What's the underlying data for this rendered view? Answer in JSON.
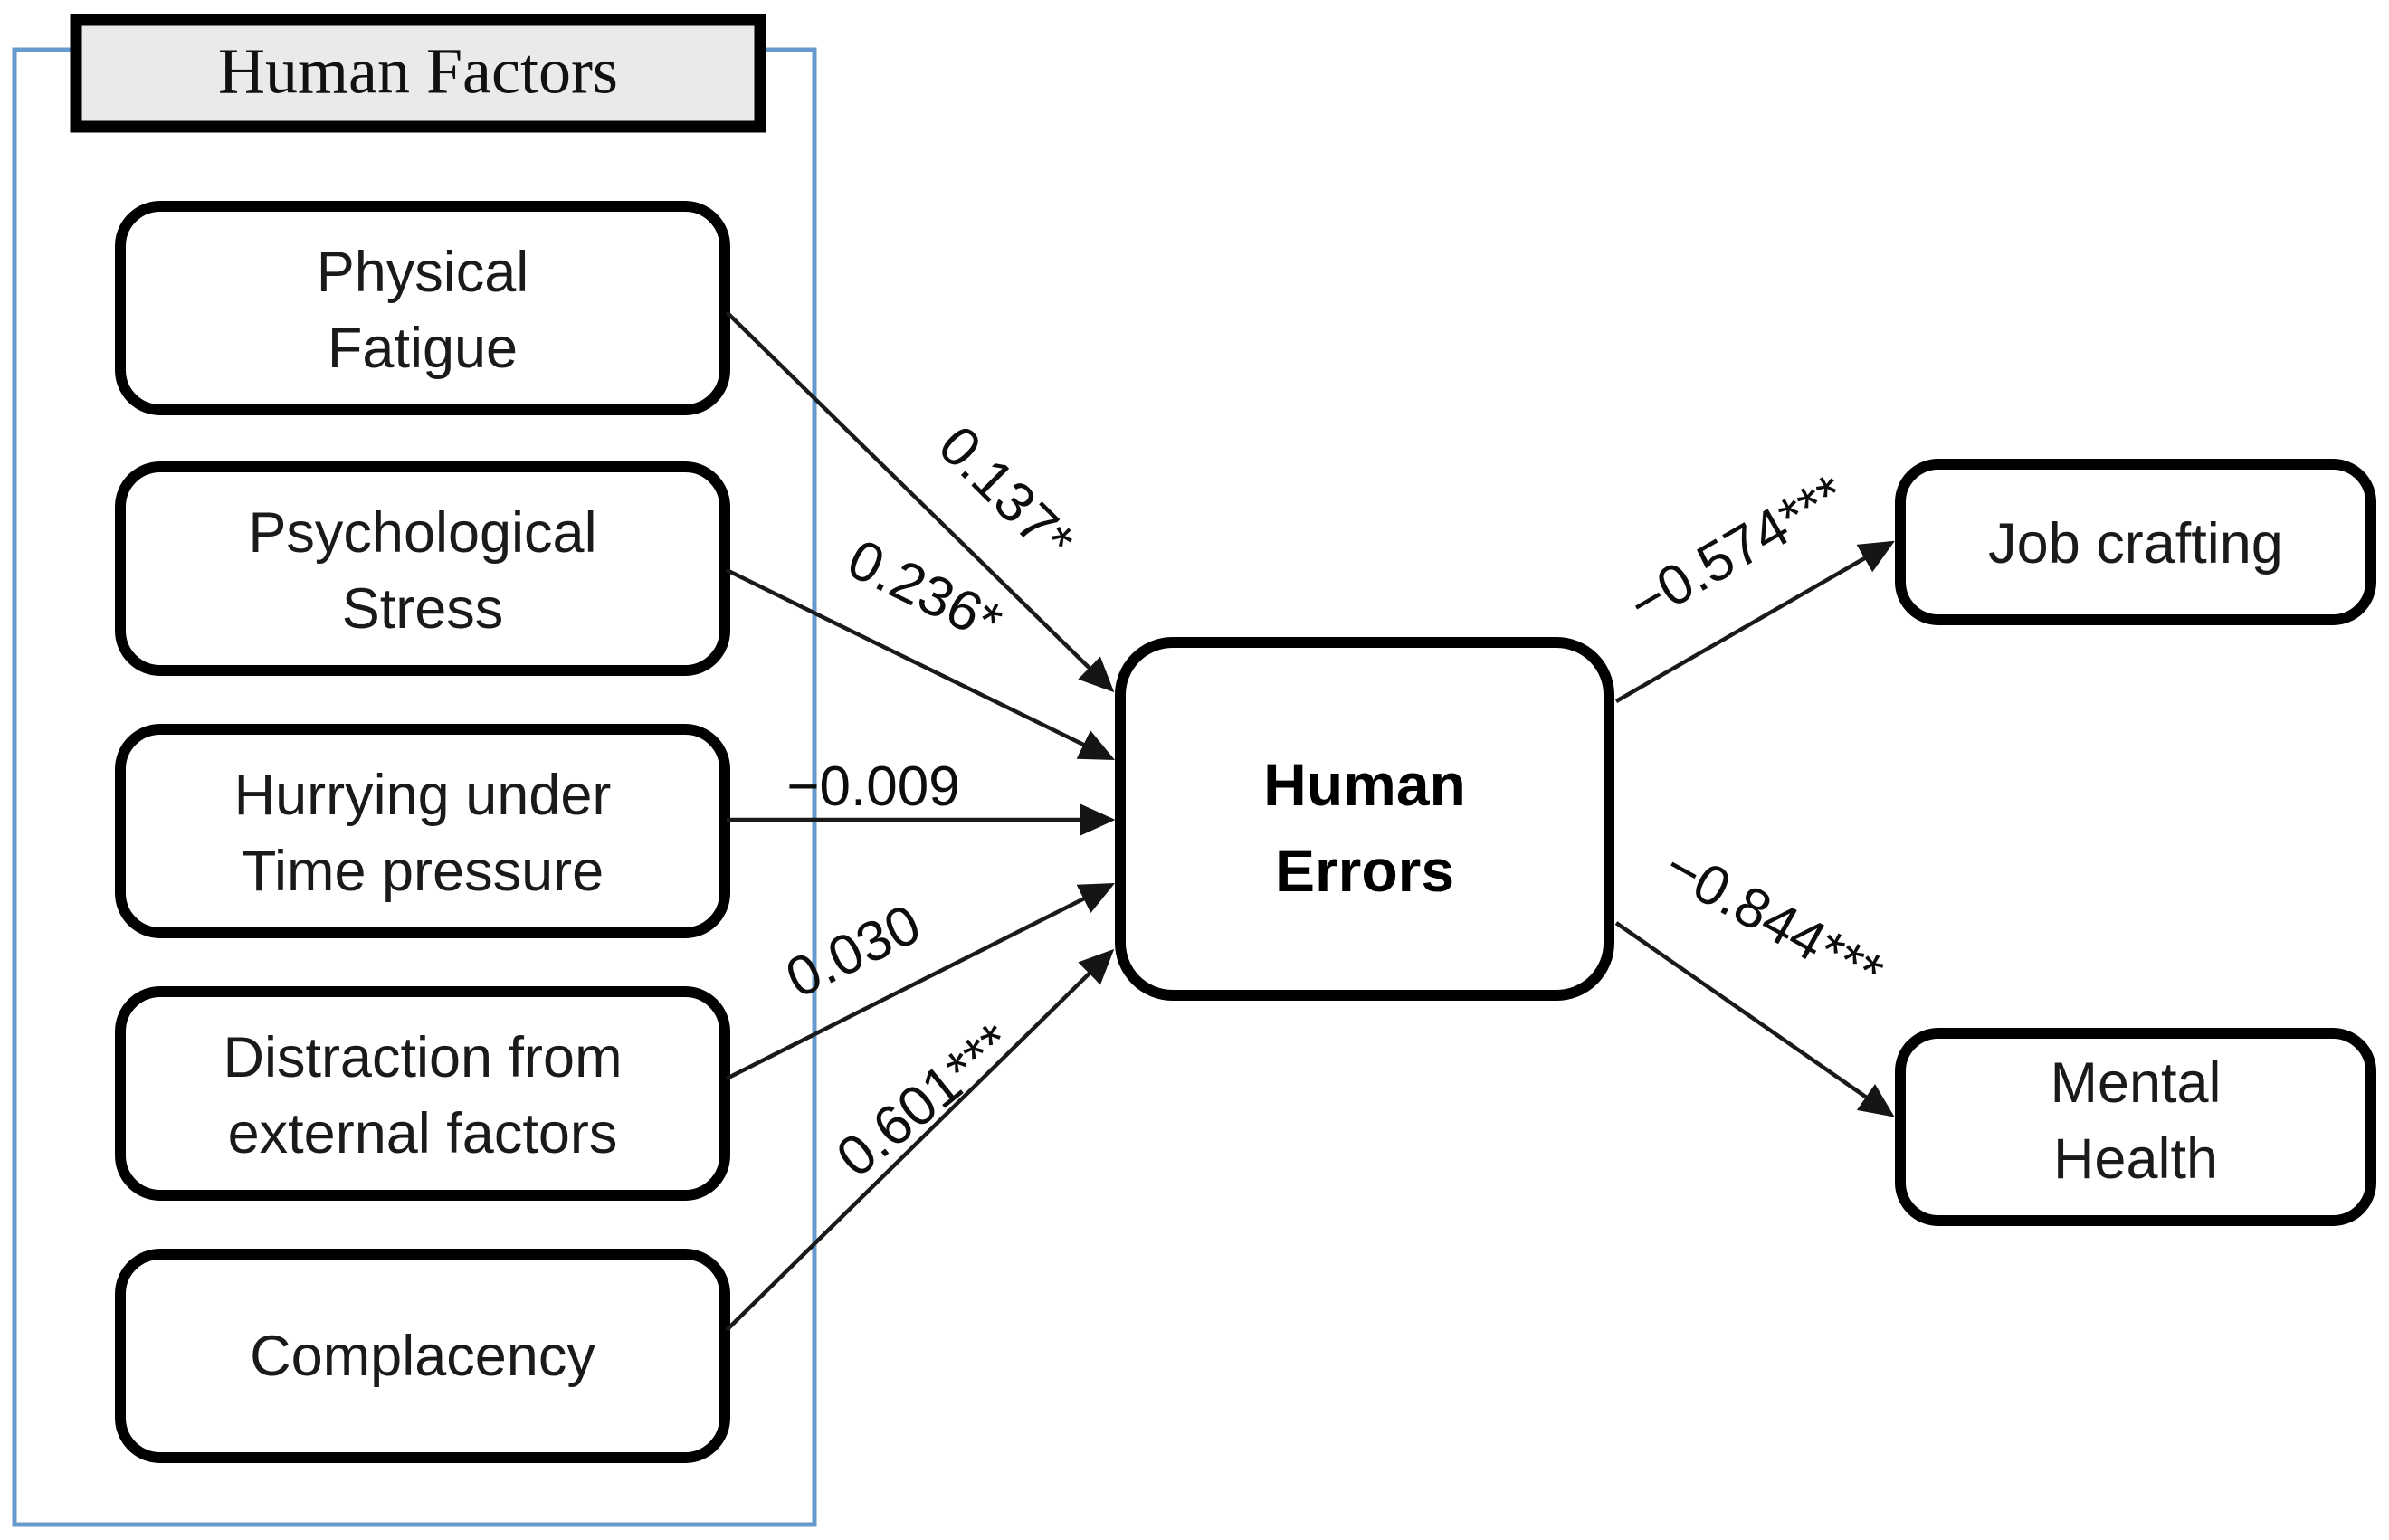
{
  "figure": {
    "type": "path-diagram",
    "title": "Structural model of human factors, human errors, job crafting and mental health"
  },
  "group": {
    "header_label": "Human Factors",
    "frame_color": "#6699cc",
    "header_fill": "#eaeaea"
  },
  "nodes": {
    "predictors": [
      {
        "id": "physical-fatigue",
        "line1": "Physical",
        "line2": "Fatigue"
      },
      {
        "id": "psychological-stress",
        "line1": "Psychological",
        "line2": "Stress"
      },
      {
        "id": "hurrying-time-pressure",
        "line1": "Hurrying under",
        "line2": "Time pressure"
      },
      {
        "id": "distraction-external",
        "line1": "Distraction from",
        "line2": "external factors"
      },
      {
        "id": "complacency",
        "line1": "Complacency",
        "line2": ""
      }
    ],
    "mediator": {
      "id": "human-errors",
      "line1": "Human",
      "line2": "Errors"
    },
    "outcomes": [
      {
        "id": "job-crafting",
        "line1": "Job crafting",
        "line2": ""
      },
      {
        "id": "mental-health",
        "line1": "Mental",
        "line2": "Health"
      }
    ]
  },
  "chart_data": {
    "type": "diagram",
    "title": "Human Factors → Human Errors → Outcomes",
    "paths": [
      {
        "from": "Physical Fatigue",
        "to": "Human Errors",
        "coefficient": 0.137,
        "label": "0.137*",
        "significance": "*"
      },
      {
        "from": "Psychological Stress",
        "to": "Human Errors",
        "coefficient": 0.236,
        "label": "0.236*",
        "significance": "*"
      },
      {
        "from": "Hurrying under Time pressure",
        "to": "Human Errors",
        "coefficient": -0.009,
        "label": "−0.009",
        "significance": ""
      },
      {
        "from": "Distraction from external factors",
        "to": "Human Errors",
        "coefficient": 0.03,
        "label": "0.030",
        "significance": ""
      },
      {
        "from": "Complacency",
        "to": "Human Errors",
        "coefficient": 0.601,
        "label": "0.601***",
        "significance": "***"
      },
      {
        "from": "Human Errors",
        "to": "Job crafting",
        "coefficient": -0.574,
        "label": "−0.574***",
        "significance": "***"
      },
      {
        "from": "Human Errors",
        "to": "Mental Health",
        "coefficient": -0.844,
        "label": "−0.844***",
        "significance": "***"
      }
    ]
  },
  "coefficients": {
    "physical_fatigue": "0.137*",
    "psychological_stress": "0.236*",
    "hurrying_time_pressure": "−0.009",
    "distraction_external": "0.030",
    "complacency": "0.601***",
    "job_crafting": "−0.574***",
    "mental_health": "−0.844***"
  }
}
